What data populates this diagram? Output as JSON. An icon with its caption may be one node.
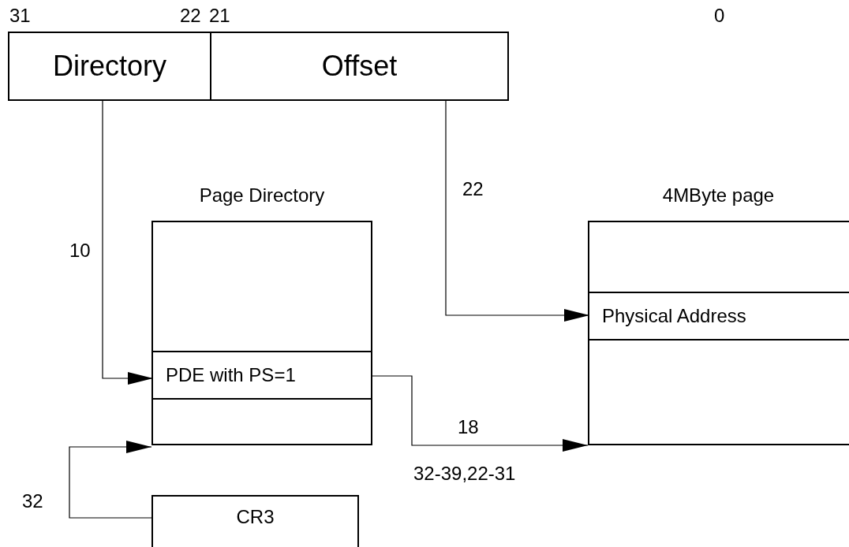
{
  "diagram": {
    "nodes": [
      {
        "text": [
          "Directory"
        ],
        "beside": [
          "31",
          "22"
        ]
      },
      {
        "text": [
          "Offset"
        ],
        "beside": [
          "21"
        ]
      },
      {
        "text": [
          "Page Directory"
        ]
      },
      {
        "text": [
          "PDE with PS=1"
        ],
        "in": 2
      },
      {
        "text": [
          "4MByte page"
        ]
      },
      {
        "text": [
          "Physical Address"
        ],
        "in": 4
      },
      {
        "text": [
          "CR3"
        ]
      }
    ],
    "edges": [
      {
        "from": 0,
        "to": 3,
        "arrow": "to",
        "label": "10"
      },
      {
        "from": 1,
        "to": 5,
        "arrow": "to",
        "label": "22"
      },
      {
        "from": 3,
        "to": 4,
        "arrow": "to",
        "label": "18"
      },
      {
        "from": 6,
        "to": 2,
        "arrow": "to",
        "label": "32"
      }
    ],
    "labels": [
      "0",
      "32-39,22-31"
    ]
  }
}
